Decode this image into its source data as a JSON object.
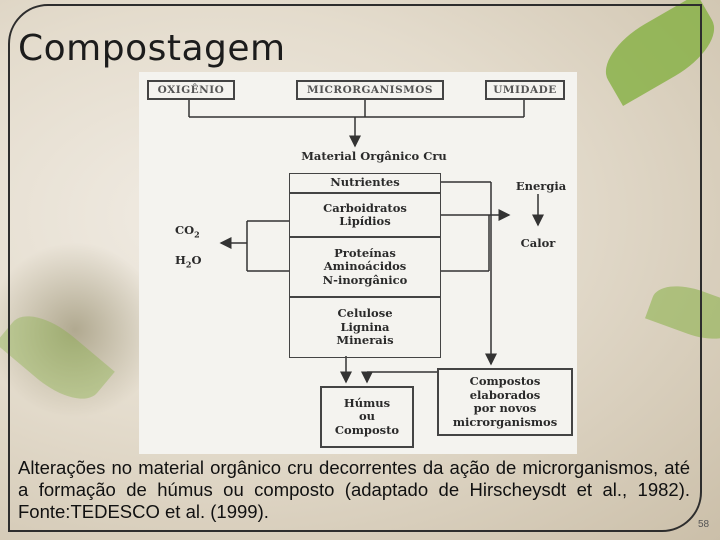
{
  "slide": {
    "title": "Compostagem",
    "caption": "Alterações no material orgânico cru decorrentes da ação de microrganismos, até a formação de húmus ou composto (adaptado de Hirscheysdt et al., 1982). Fonte:TEDESCO et al. (1999).",
    "page_number": "58"
  },
  "diagram": {
    "top_factors": [
      "OXIGÊNIO",
      "MICRORGANISMOS",
      "UMIDADE"
    ],
    "raw_material": "Material Orgânico Cru",
    "components": [
      [
        "Nutrientes"
      ],
      [
        "Carboidratos",
        "Lipídios"
      ],
      [
        "Proteínas",
        "Aminoácidos",
        "N-inorgânico"
      ],
      [
        "Celulose",
        "Lignina",
        "Minerais"
      ]
    ],
    "energy": "Energia",
    "heat": "Calor",
    "co2_main": "CO",
    "co2_sub": "2",
    "h2o_a": "H",
    "h2o_sub": "2",
    "h2o_b": "O",
    "elaborated": [
      "Compostos",
      "elaborados",
      "por novos",
      "microrganismos"
    ],
    "result": [
      "Húmus",
      "ou",
      "Composto"
    ]
  }
}
